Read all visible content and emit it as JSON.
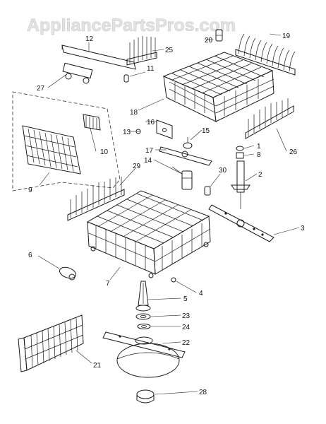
{
  "watermark": "AppliancePartsPros.com",
  "callouts": [
    "1",
    "2",
    "3",
    "4",
    "5",
    "6",
    "7",
    "8",
    "9",
    "10",
    "11",
    "12",
    "13",
    "14",
    "15",
    "16",
    "17",
    "18",
    "19",
    "20",
    "21",
    "22",
    "23",
    "24",
    "25",
    "26",
    "27",
    "28",
    "29",
    "30"
  ]
}
